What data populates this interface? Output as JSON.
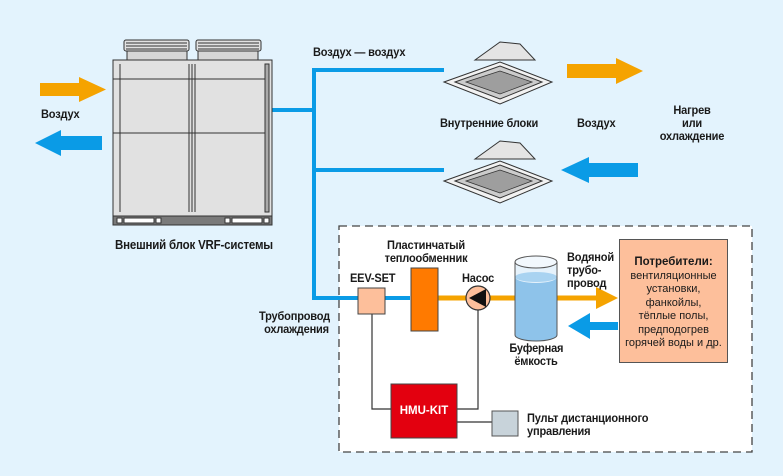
{
  "diagram": {
    "title": "Схема VRF-системы с модулем HMU-KIT",
    "colors": {
      "background": "#e3f3fd",
      "refrigerant_pipe": "#0a9be6",
      "water_pipe_hot": "#f5a300",
      "warm_arrow": "#f5a300",
      "cool_arrow": "#0a9be6",
      "heat_exchanger": "#ff7a00",
      "eev_set": "#fdbf9b",
      "pump": "#fdbf9b",
      "hmu_kit": "#e3000f",
      "remote": "#c8d3da",
      "consumers": "#fdbf9b",
      "buffer_tank_water": "#8ec3ea"
    },
    "outdoor_unit": {
      "label": "Внешний блок VRF-системы",
      "air_label": "Воздух"
    },
    "air_to_air": {
      "label": "Воздух — воздух",
      "indoor_units_label": "Внутренние блоки",
      "air_label": "Воздух",
      "effect_label_lines": [
        "Нагрев",
        "или",
        "охлаждение"
      ]
    },
    "hydro_module": {
      "refrigerant_pipe_label_lines": [
        "Трубопровод",
        "охлаждения"
      ],
      "eev_set_label": "EEV-SET",
      "plate_hx_label_lines": [
        "Пластинчатый",
        "теплообменник"
      ],
      "pump_label": "Насос",
      "buffer_tank_label_lines": [
        "Буферная",
        "ёмкость"
      ],
      "water_pipe_label_lines": [
        "Водяной",
        "трубо-",
        "провод"
      ],
      "hmu_kit_label": "HMU-KIT",
      "remote_label_lines": [
        "Пульт дистанционного",
        "управления"
      ],
      "consumers": {
        "title": "Потребители:",
        "lines": [
          "вентиляционные",
          "установки,",
          "фанкойлы,",
          "тёплые полы,",
          "предподогрев",
          "горячей воды и др."
        ]
      }
    }
  }
}
